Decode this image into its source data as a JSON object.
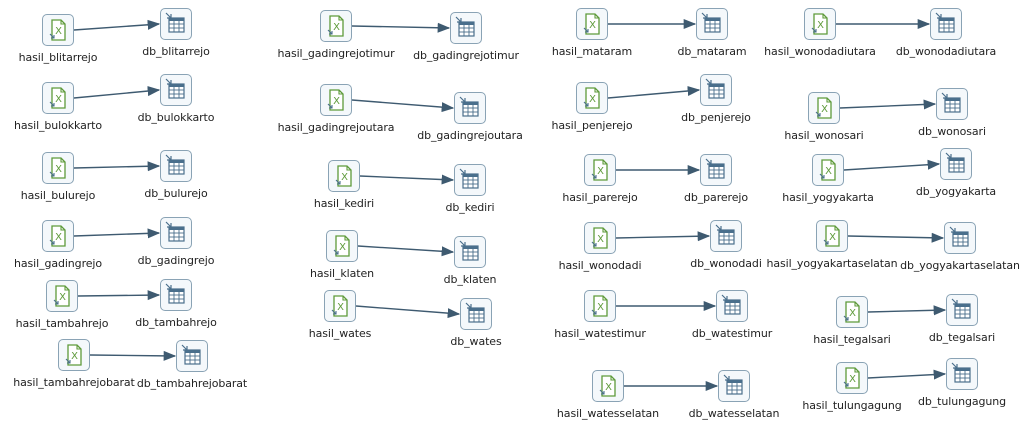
{
  "pairs": [
    {
      "source": "hasil_blitarrejo",
      "target": "db_blitarrejo"
    },
    {
      "source": "hasil_bulokkarto",
      "target": "db_bulokkarto"
    },
    {
      "source": "hasil_bulurejo",
      "target": "db_bulurejo"
    },
    {
      "source": "hasil_gadingrejo",
      "target": "db_gadingrejo"
    },
    {
      "source": "hasil_tambahrejo",
      "target": "db_tambahrejo"
    },
    {
      "source": "hasil_tambahrejobarat",
      "target": "db_tambahrejobarat"
    },
    {
      "source": "hasil_gadingrejotimur",
      "target": "db_gadingrejotimur"
    },
    {
      "source": "hasil_gadingrejoutara",
      "target": "db_gadingrejoutara"
    },
    {
      "source": "hasil_kediri",
      "target": "db_kediri"
    },
    {
      "source": "hasil_klaten",
      "target": "db_klaten"
    },
    {
      "source": "hasil_wates",
      "target": "db_wates"
    },
    {
      "source": "hasil_mataram",
      "target": "db_mataram"
    },
    {
      "source": "hasil_penjerejo",
      "target": "db_penjerejo"
    },
    {
      "source": "hasil_parerejo",
      "target": "db_parerejo"
    },
    {
      "source": "hasil_wonodadi",
      "target": "db_wonodadi"
    },
    {
      "source": "hasil_watestimur",
      "target": "db_watestimur"
    },
    {
      "source": "hasil_watesselatan",
      "target": "db_watesselatan"
    },
    {
      "source": "hasil_wonodadiutara",
      "target": "db_wonodadiutara"
    },
    {
      "source": "hasil_wonosari",
      "target": "db_wonosari"
    },
    {
      "source": "hasil_yogyakarta",
      "target": "db_yogyakarta"
    },
    {
      "source": "hasil_yogyakartaselatan",
      "target": "db_yogyakartaselatan"
    },
    {
      "source": "hasil_tegalsari",
      "target": "db_tegalsari"
    },
    {
      "source": "hasil_tulungagung",
      "target": "db_tulungagung"
    }
  ],
  "icons": {
    "source": "excel-input-icon",
    "target": "table-output-icon"
  },
  "colors": {
    "hop": "#3e5a70",
    "source_green": "#5e9a3a",
    "target_blue": "#4a6f8c",
    "border": "#8aa3b5",
    "fill": "#f4f8fb"
  }
}
